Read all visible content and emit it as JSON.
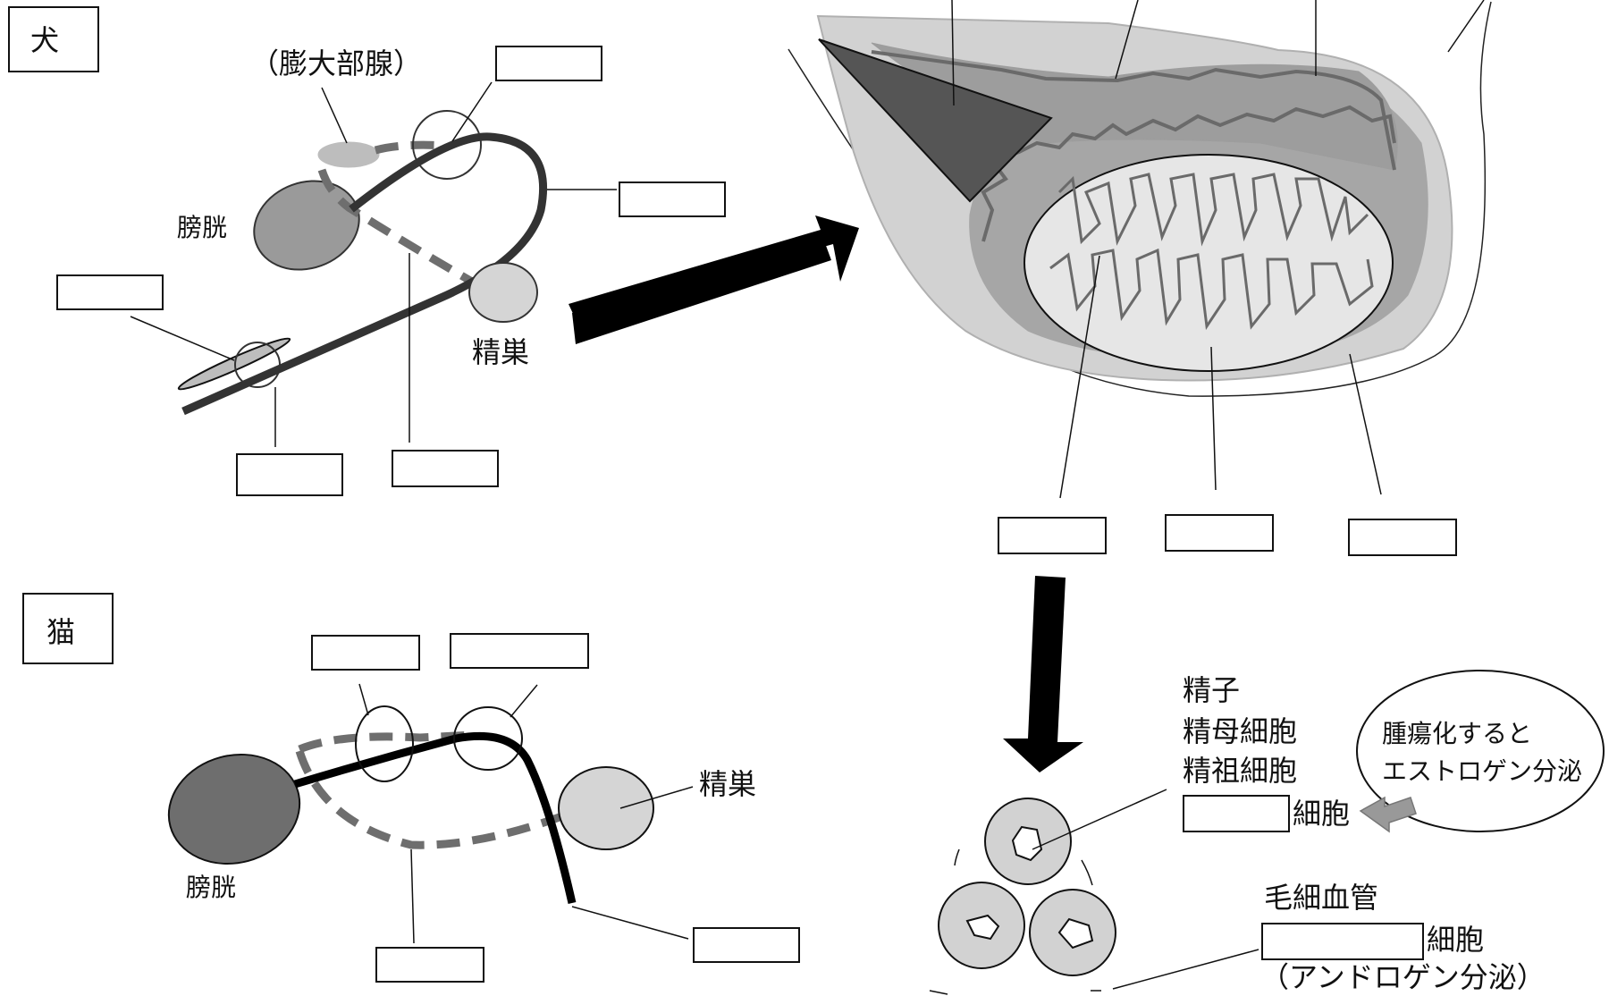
{
  "dog": {
    "species_label": "犬",
    "gland_label": "（膨大部腺）",
    "bladder_label": "膀胱",
    "testis_label": "精巣"
  },
  "cat": {
    "species_label": "猫",
    "bladder_label": "膀胱",
    "testis_label": "精巣"
  },
  "tubule": {
    "cells_list": [
      "精子",
      "精母細胞",
      "精祖細胞"
    ],
    "sertoli_suffix": "細胞",
    "tumor_note": [
      "腫瘍化すると",
      "エストロゲン分泌"
    ],
    "capillary_label": "毛細血管",
    "leydig_suffix": "細胞",
    "leydig_note": "（アンドロゲン分泌）"
  }
}
